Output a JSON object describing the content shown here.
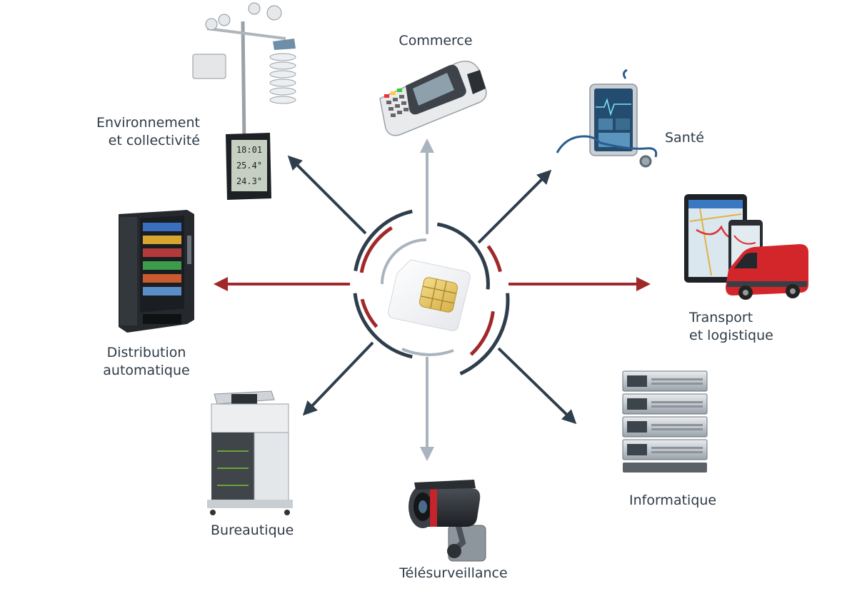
{
  "center": {
    "item": "sim-card"
  },
  "sectors": [
    {
      "id": "commerce",
      "lines": [
        "Commerce"
      ],
      "icon": "payment-terminal"
    },
    {
      "id": "sante",
      "lines": [
        "Santé"
      ],
      "icon": "medical-tablet-stethoscope"
    },
    {
      "id": "transport",
      "lines": [
        "Transport",
        "et logistique"
      ],
      "icon": "gps-tablet-van"
    },
    {
      "id": "informatique",
      "lines": [
        "Informatique"
      ],
      "icon": "server-rack"
    },
    {
      "id": "telesurveillance",
      "lines": [
        "Télésurveillance"
      ],
      "icon": "security-camera"
    },
    {
      "id": "bureautique",
      "lines": [
        "Bureautique"
      ],
      "icon": "multifunction-printer"
    },
    {
      "id": "distribution",
      "lines": [
        "Distribution",
        "automatique"
      ],
      "icon": "vending-machine"
    },
    {
      "id": "environnement",
      "lines": [
        "Environnement",
        "et collectivité"
      ],
      "icon": "weather-station"
    }
  ],
  "weather_display": {
    "time": "18:01",
    "temp1": "25.4°",
    "temp2": "24.3°"
  },
  "colors": {
    "dark": "#2f3e4c",
    "red": "#a0282a",
    "gray": "#a9b4be",
    "text": "#2e3a47"
  }
}
